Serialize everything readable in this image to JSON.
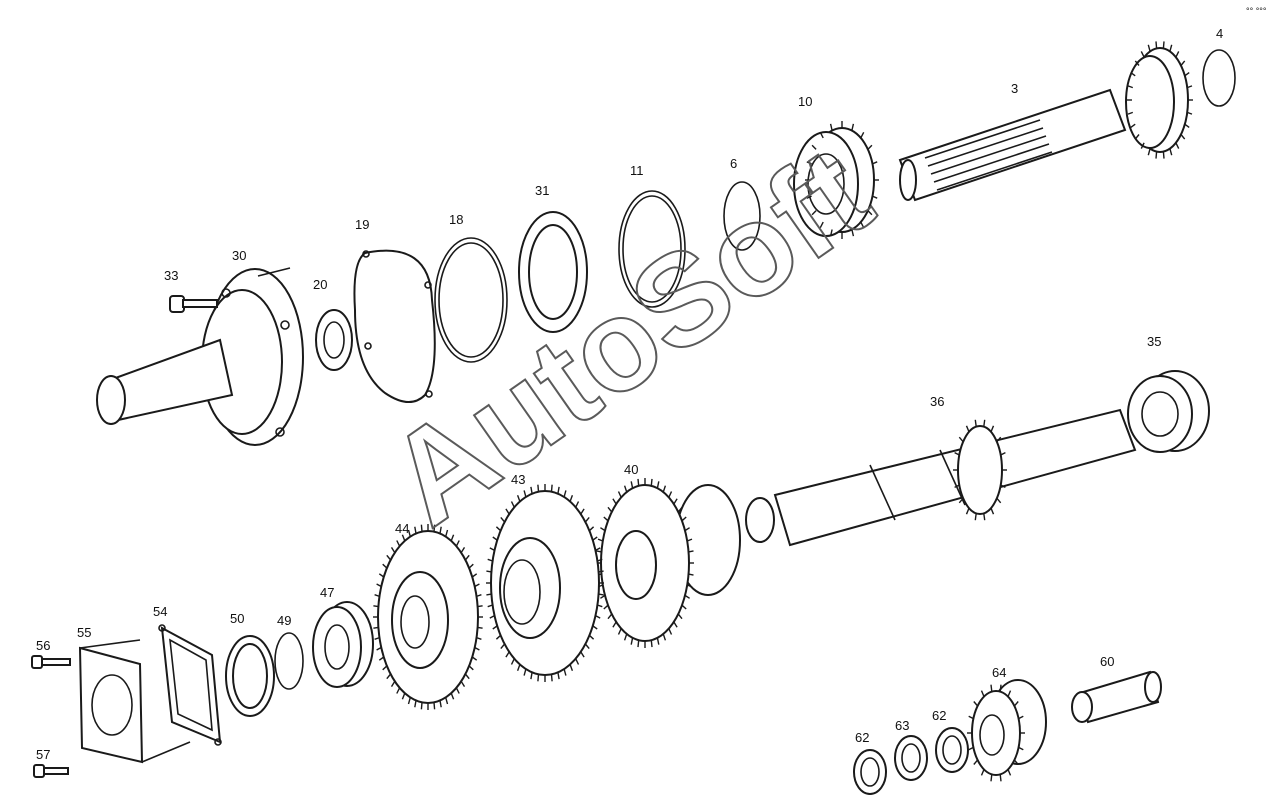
{
  "watermark": "AutoSoft",
  "corner_mark": "°° °°°",
  "labels": {
    "l3": "3",
    "l4": "4",
    "l6": "6",
    "l10": "10",
    "l11": "11",
    "l18": "18",
    "l19": "19",
    "l20": "20",
    "l30": "30",
    "l31": "31",
    "l33": "33",
    "l35": "35",
    "l36": "36",
    "l40": "40",
    "l43": "43",
    "l44": "44",
    "l47": "47",
    "l49": "49",
    "l50": "50",
    "l54": "54",
    "l55": "55",
    "l56": "56",
    "l57": "57",
    "l60": "60",
    "l62a": "62",
    "l62b": "62",
    "l63": "63",
    "l64": "64"
  }
}
